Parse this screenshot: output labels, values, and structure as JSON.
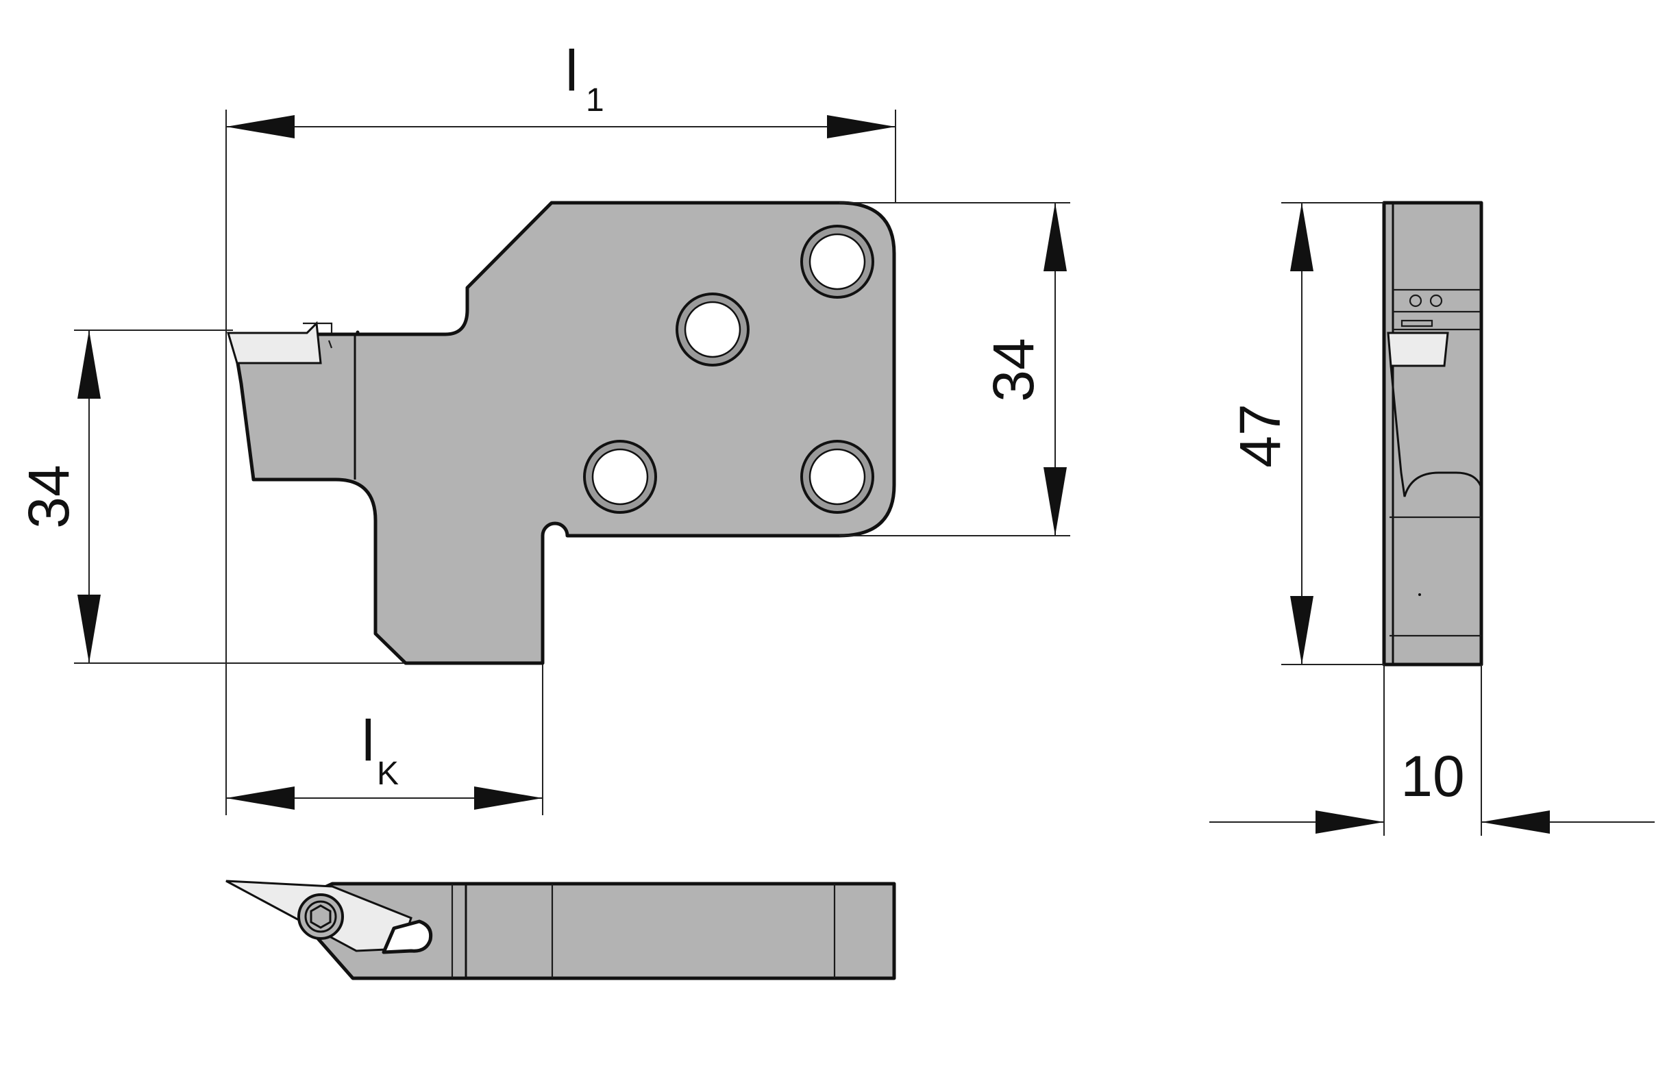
{
  "dimensions": {
    "overall_length": {
      "symbol": "l",
      "subscript": "1"
    },
    "cutting_length": {
      "symbol": "l",
      "subscript": "K"
    },
    "left_height": "34",
    "plate_height": "34",
    "side_height": "47",
    "thickness": "10"
  },
  "colors": {
    "part_fill": "#b3b3b3",
    "outline": "#111111",
    "insert_fill": "#ececec",
    "background": "#ffffff"
  },
  "icons": {
    "screw": "hex-socket-icon"
  }
}
